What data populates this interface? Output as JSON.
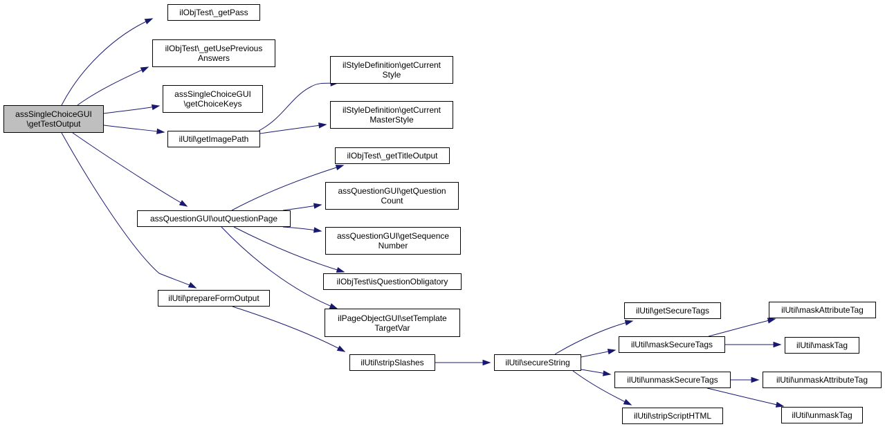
{
  "diagram": {
    "nodes": [
      {
        "id": "root",
        "lines": [
          "assSingleChoiceGUI",
          "\\getTestOutput"
        ],
        "current": true
      },
      {
        "id": "getPass",
        "lines": [
          "ilObjTest\\_getPass"
        ]
      },
      {
        "id": "getUsePreviousAnswers",
        "lines": [
          "ilObjTest\\_getUsePrevious",
          "Answers"
        ]
      },
      {
        "id": "getChoiceKeys",
        "lines": [
          "assSingleChoiceGUI",
          "\\getChoiceKeys"
        ]
      },
      {
        "id": "getImagePath",
        "lines": [
          "ilUtil\\getImagePath"
        ]
      },
      {
        "id": "getCurrentStyle",
        "lines": [
          "ilStyleDefinition\\getCurrent",
          "Style"
        ]
      },
      {
        "id": "getCurrentMasterStyle",
        "lines": [
          "ilStyleDefinition\\getCurrent",
          "MasterStyle"
        ]
      },
      {
        "id": "getTitleOutput",
        "lines": [
          "ilObjTest\\_getTitleOutput"
        ]
      },
      {
        "id": "outQuestionPage",
        "lines": [
          "assQuestionGUI\\outQuestionPage"
        ]
      },
      {
        "id": "getQuestionCount",
        "lines": [
          "assQuestionGUI\\getQuestion",
          "Count"
        ]
      },
      {
        "id": "getSequenceNumber",
        "lines": [
          "assQuestionGUI\\getSequence",
          "Number"
        ]
      },
      {
        "id": "isQuestionObligatory",
        "lines": [
          "ilObjTest\\isQuestionObligatory"
        ]
      },
      {
        "id": "setTemplateTargetVar",
        "lines": [
          "ilPageObjectGUI\\setTemplate",
          "TargetVar"
        ]
      },
      {
        "id": "prepareFormOutput",
        "lines": [
          "ilUtil\\prepareFormOutput"
        ]
      },
      {
        "id": "stripSlashes",
        "lines": [
          "ilUtil\\stripSlashes"
        ]
      },
      {
        "id": "secureString",
        "lines": [
          "ilUtil\\secureString"
        ]
      },
      {
        "id": "getSecureTags",
        "lines": [
          "ilUtil\\getSecureTags"
        ]
      },
      {
        "id": "maskSecureTags",
        "lines": [
          "ilUtil\\maskSecureTags"
        ]
      },
      {
        "id": "unmaskSecureTags",
        "lines": [
          "ilUtil\\unmaskSecureTags"
        ]
      },
      {
        "id": "stripScriptHTML",
        "lines": [
          "ilUtil\\stripScriptHTML"
        ]
      },
      {
        "id": "maskAttributeTag",
        "lines": [
          "ilUtil\\maskAttributeTag"
        ]
      },
      {
        "id": "maskTag",
        "lines": [
          "ilUtil\\maskTag"
        ]
      },
      {
        "id": "unmaskAttributeTag",
        "lines": [
          "ilUtil\\unmaskAttributeTag"
        ]
      },
      {
        "id": "unmaskTag",
        "lines": [
          "ilUtil\\unmaskTag"
        ]
      }
    ],
    "edges": [
      {
        "from": "root",
        "to": "getPass"
      },
      {
        "from": "root",
        "to": "getUsePreviousAnswers"
      },
      {
        "from": "root",
        "to": "getChoiceKeys"
      },
      {
        "from": "root",
        "to": "getImagePath"
      },
      {
        "from": "root",
        "to": "outQuestionPage"
      },
      {
        "from": "root",
        "to": "prepareFormOutput"
      },
      {
        "from": "getImagePath",
        "to": "getCurrentStyle"
      },
      {
        "from": "getImagePath",
        "to": "getCurrentMasterStyle"
      },
      {
        "from": "outQuestionPage",
        "to": "getTitleOutput"
      },
      {
        "from": "outQuestionPage",
        "to": "getQuestionCount"
      },
      {
        "from": "outQuestionPage",
        "to": "getSequenceNumber"
      },
      {
        "from": "outQuestionPage",
        "to": "isQuestionObligatory"
      },
      {
        "from": "outQuestionPage",
        "to": "setTemplateTargetVar"
      },
      {
        "from": "prepareFormOutput",
        "to": "stripSlashes"
      },
      {
        "from": "stripSlashes",
        "to": "secureString"
      },
      {
        "from": "secureString",
        "to": "getSecureTags"
      },
      {
        "from": "secureString",
        "to": "maskSecureTags"
      },
      {
        "from": "secureString",
        "to": "unmaskSecureTags"
      },
      {
        "from": "secureString",
        "to": "stripScriptHTML"
      },
      {
        "from": "maskSecureTags",
        "to": "maskAttributeTag"
      },
      {
        "from": "maskSecureTags",
        "to": "maskTag"
      },
      {
        "from": "unmaskSecureTags",
        "to": "unmaskAttributeTag"
      },
      {
        "from": "unmaskSecureTags",
        "to": "unmaskTag"
      }
    ]
  }
}
